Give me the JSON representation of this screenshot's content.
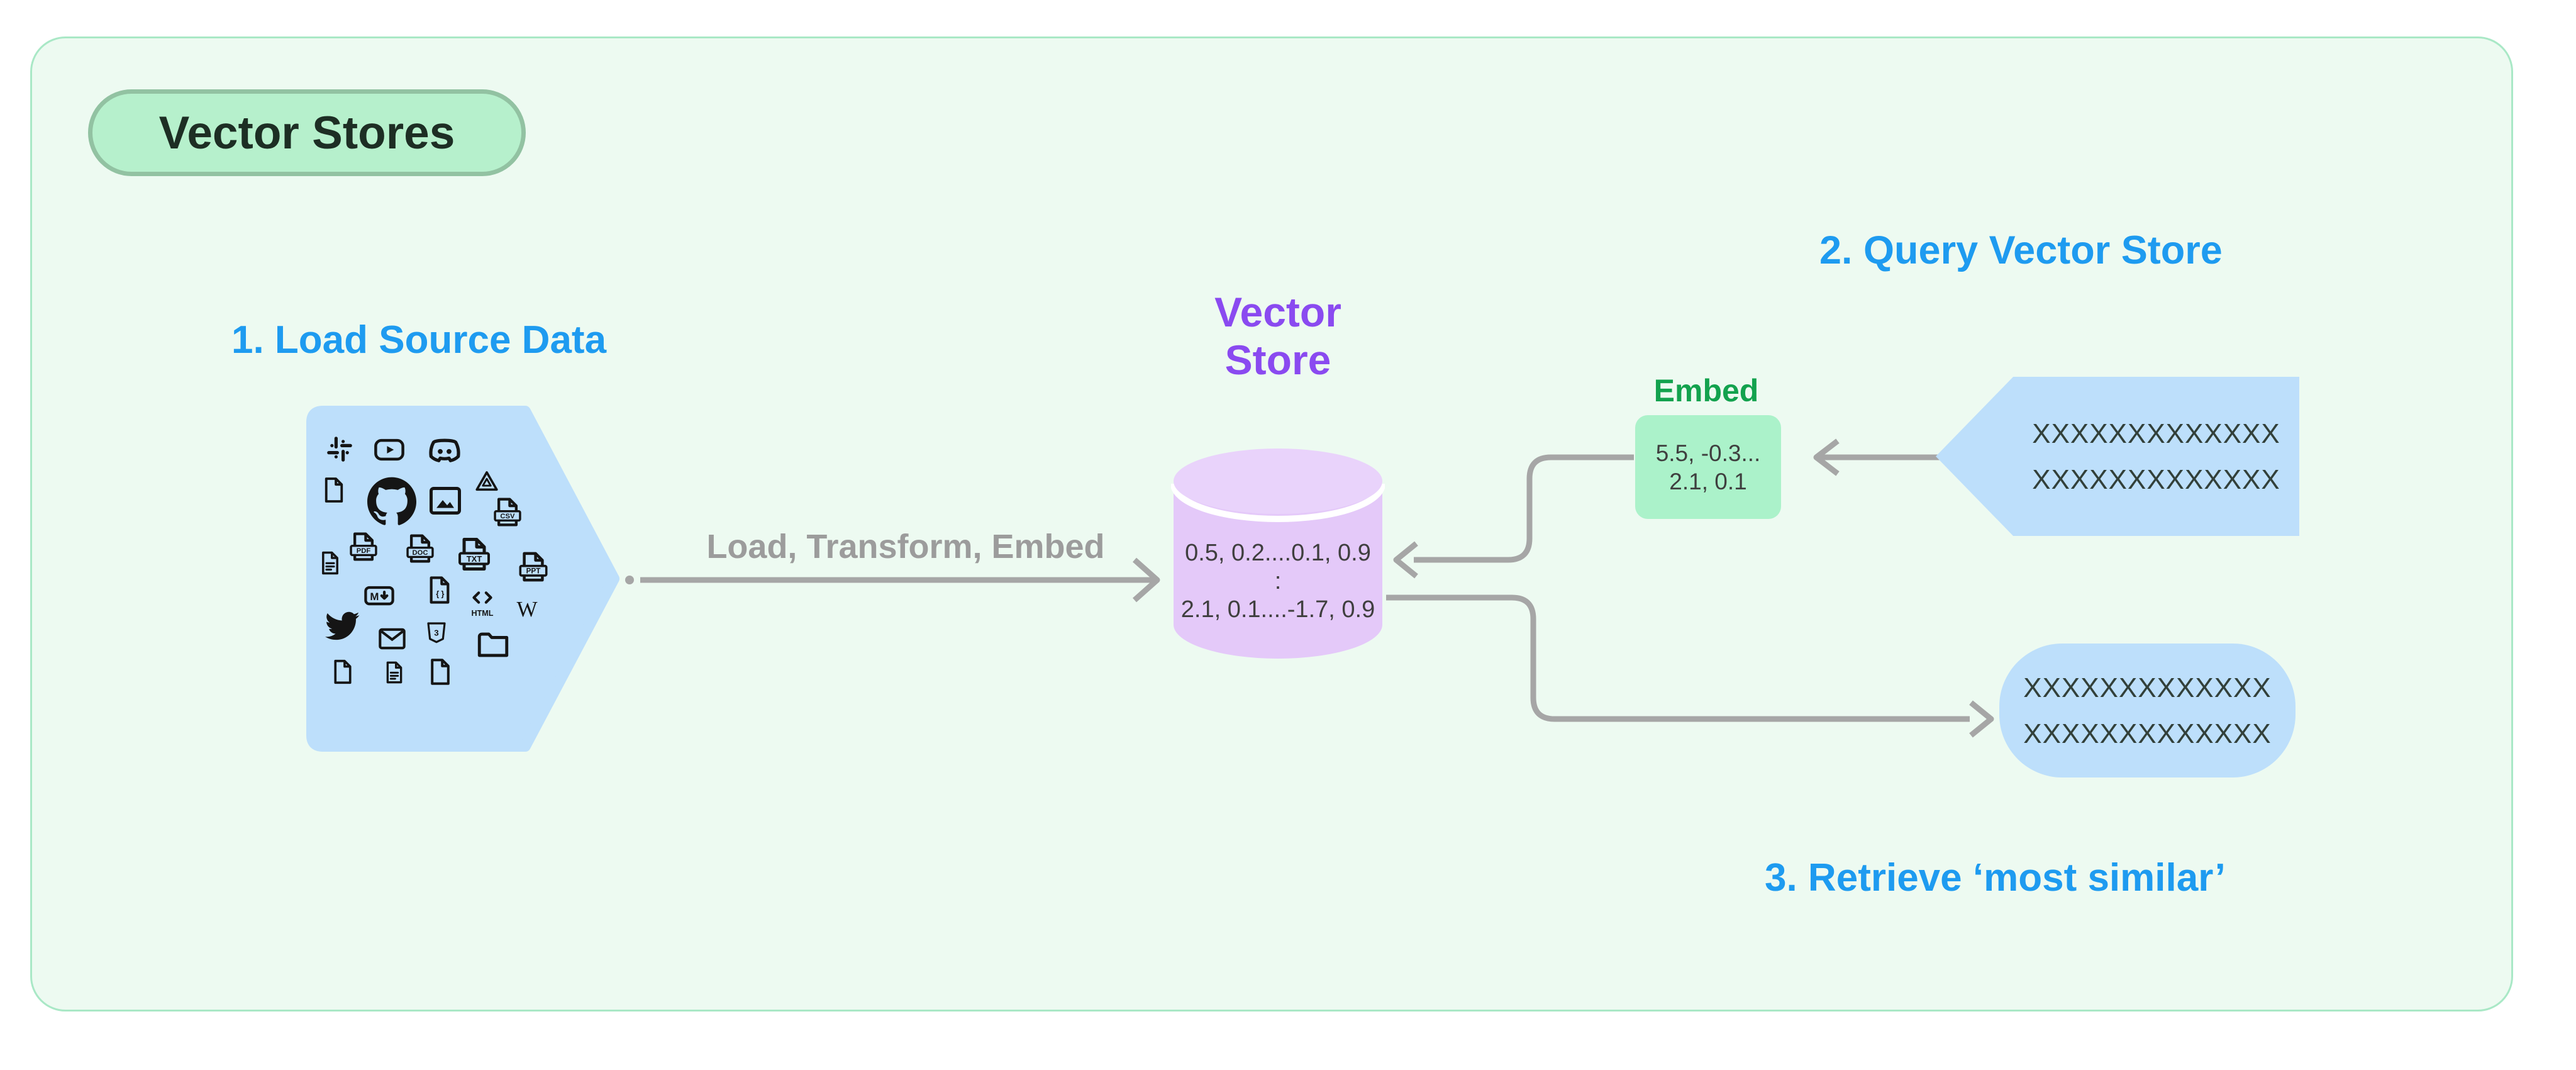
{
  "title_badge": {
    "label": "Vector Stores"
  },
  "steps": {
    "step1": "1. Load Source Data",
    "step2": "2. Query Vector Store",
    "step3": "3. Retrieve ‘most similar’"
  },
  "load_arrow": {
    "label": "Load, Transform, Embed"
  },
  "vector_store": {
    "title_lines": [
      "Vector",
      "Store"
    ],
    "contents": [
      "0.5, 0.2....0.1, 0.9",
      ":",
      "2.1, 0.1....-1.7, 0.9"
    ]
  },
  "embed": {
    "label": "Embed",
    "values": [
      "5.5, -0.3...",
      "2.1, 0.1"
    ]
  },
  "query_box": {
    "lines": [
      "XXXXXXXXXXXXX",
      "XXXXXXXXXXXXX"
    ]
  },
  "retrieve_box": {
    "lines": [
      "XXXXXXXXXXXXX",
      "XXXXXXXXXXXXX"
    ]
  },
  "source_icons": [
    {
      "name": "slack-icon"
    },
    {
      "name": "youtube-icon"
    },
    {
      "name": "discord-icon"
    },
    {
      "name": "file-icon"
    },
    {
      "name": "github-icon"
    },
    {
      "name": "image-icon"
    },
    {
      "name": "google-drive-icon"
    },
    {
      "name": "csv-file-icon",
      "label": "CSV"
    },
    {
      "name": "document-icon"
    },
    {
      "name": "pdf-file-icon",
      "label": "PDF"
    },
    {
      "name": "doc-file-icon",
      "label": "DOC"
    },
    {
      "name": "txt-file-icon",
      "label": "TXT"
    },
    {
      "name": "ppt-file-icon",
      "label": "PPT"
    },
    {
      "name": "markdown-icon",
      "label": "M"
    },
    {
      "name": "json-file-icon",
      "label": "{ }"
    },
    {
      "name": "html-icon",
      "label": "HTML"
    },
    {
      "name": "wikipedia-icon",
      "label": "W"
    },
    {
      "name": "twitter-icon"
    },
    {
      "name": "email-icon"
    },
    {
      "name": "css3-icon",
      "label": "3"
    },
    {
      "name": "folder-icon"
    },
    {
      "name": "file-icon"
    },
    {
      "name": "document-icon"
    },
    {
      "name": "file-icon"
    }
  ],
  "colors": {
    "accent_blue": "#1E9BF0",
    "accent_purple": "#8A4AF0",
    "accent_green": "#13A24E",
    "shape_blue": "#BDDFFB",
    "cylinder_purple": "#E4C9F9",
    "cylinder_top": "#E9D3FB",
    "embed_green": "#ABF2CA",
    "arrow_gray": "#A6A6A6",
    "label_gray": "#9C9C9C",
    "panel_bg": "#EDFAF1",
    "panel_border": "#A9E8C6",
    "badge_bg": "#B6F0CC",
    "badge_border": "#92C2A2",
    "badge_text": "#1D2E24",
    "icon_ink": "#151515",
    "x_text": "#32403A",
    "value_text": "#3F3F3F"
  }
}
